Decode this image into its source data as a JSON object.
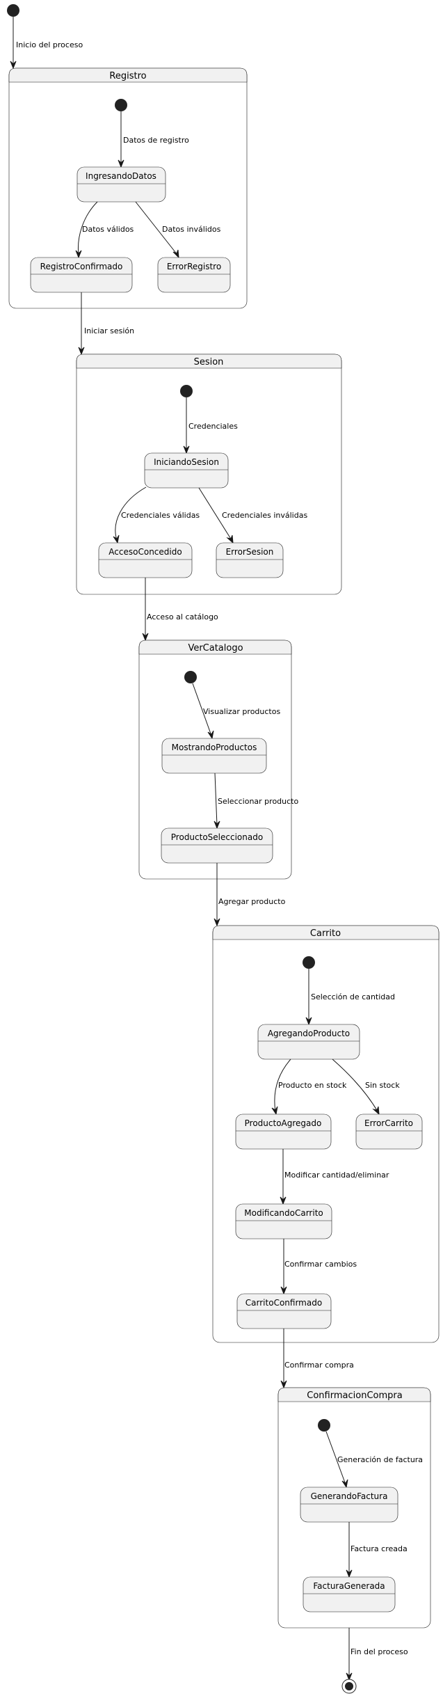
{
  "diagram": {
    "composites": {
      "registro": "Registro",
      "sesion": "Sesion",
      "vercatalogo": "VerCatalogo",
      "carrito": "Carrito",
      "confirmacion": "ConfirmacionCompra"
    },
    "states": {
      "ingresando_datos": "IngresandoDatos",
      "registro_confirmado": "RegistroConfirmado",
      "error_registro": "ErrorRegistro",
      "iniciando_sesion": "IniciandoSesion",
      "acceso_concedido": "AccesoConcedido",
      "error_sesion": "ErrorSesion",
      "mostrando_productos": "MostrandoProductos",
      "producto_seleccionado": "ProductoSeleccionado",
      "agregando_producto": "AgregandoProducto",
      "producto_agregado": "ProductoAgregado",
      "error_carrito": "ErrorCarrito",
      "modificando_carrito": "ModificandoCarrito",
      "carrito_confirmado": "CarritoConfirmado",
      "generando_factura": "GenerandoFactura",
      "factura_generada": "FacturaGenerada"
    },
    "transitions": {
      "inicio": "Inicio del proceso",
      "datos_registro": "Datos de registro",
      "datos_validos": "Datos válidos",
      "datos_invalidos": "Datos inválidos",
      "iniciar_sesion": "Iniciar sesión",
      "credenciales": "Credenciales",
      "cred_validas": "Credenciales válidas",
      "cred_invalidas": "Credenciales inválidas",
      "acceso_catalogo": "Acceso al catálogo",
      "visualizar": "Visualizar productos",
      "seleccionar": "Seleccionar producto",
      "agregar": "Agregar producto",
      "seleccion_cantidad": "Selección de cantidad",
      "producto_stock": "Producto en stock",
      "sin_stock": "Sin stock",
      "modificar": "Modificar cantidad/eliminar",
      "confirmar_cambios": "Confirmar cambios",
      "confirmar_compra": "Confirmar compra",
      "generacion_factura": "Generación de factura",
      "factura_creada": "Factura creada",
      "fin": "Fin del proceso"
    }
  }
}
